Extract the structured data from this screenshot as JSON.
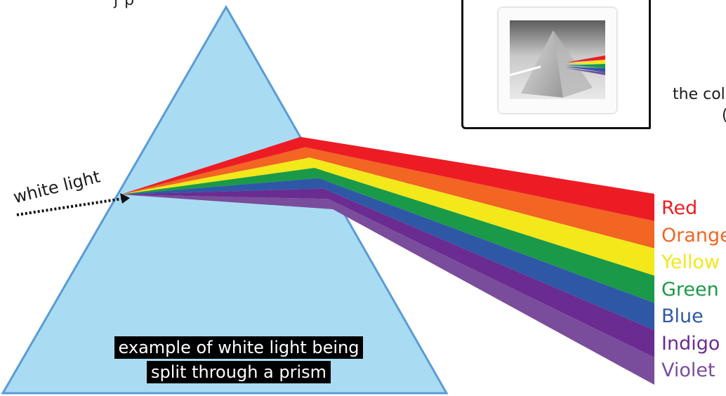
{
  "diagram": {
    "top_fragment": "j    p",
    "input_label": "white light",
    "caption_lines": [
      "example of white light being",
      "split through a prism"
    ],
    "side_text": [
      "the col",
      "("
    ],
    "spectrum": [
      {
        "name": "Red",
        "color": "#ED1C24"
      },
      {
        "name": "Orange",
        "color": "#F26522"
      },
      {
        "name": "Yellow",
        "color": "#F2E81A"
      },
      {
        "name": "Green",
        "color": "#1A9A48"
      },
      {
        "name": "Blue",
        "color": "#2E58A6"
      },
      {
        "name": "Indigo",
        "color": "#6A2C91"
      },
      {
        "name": "Violet",
        "color": "#7A4C9C"
      }
    ],
    "prism_fill": "#A9DCF3",
    "prism_stroke": "#5A9BD5"
  }
}
